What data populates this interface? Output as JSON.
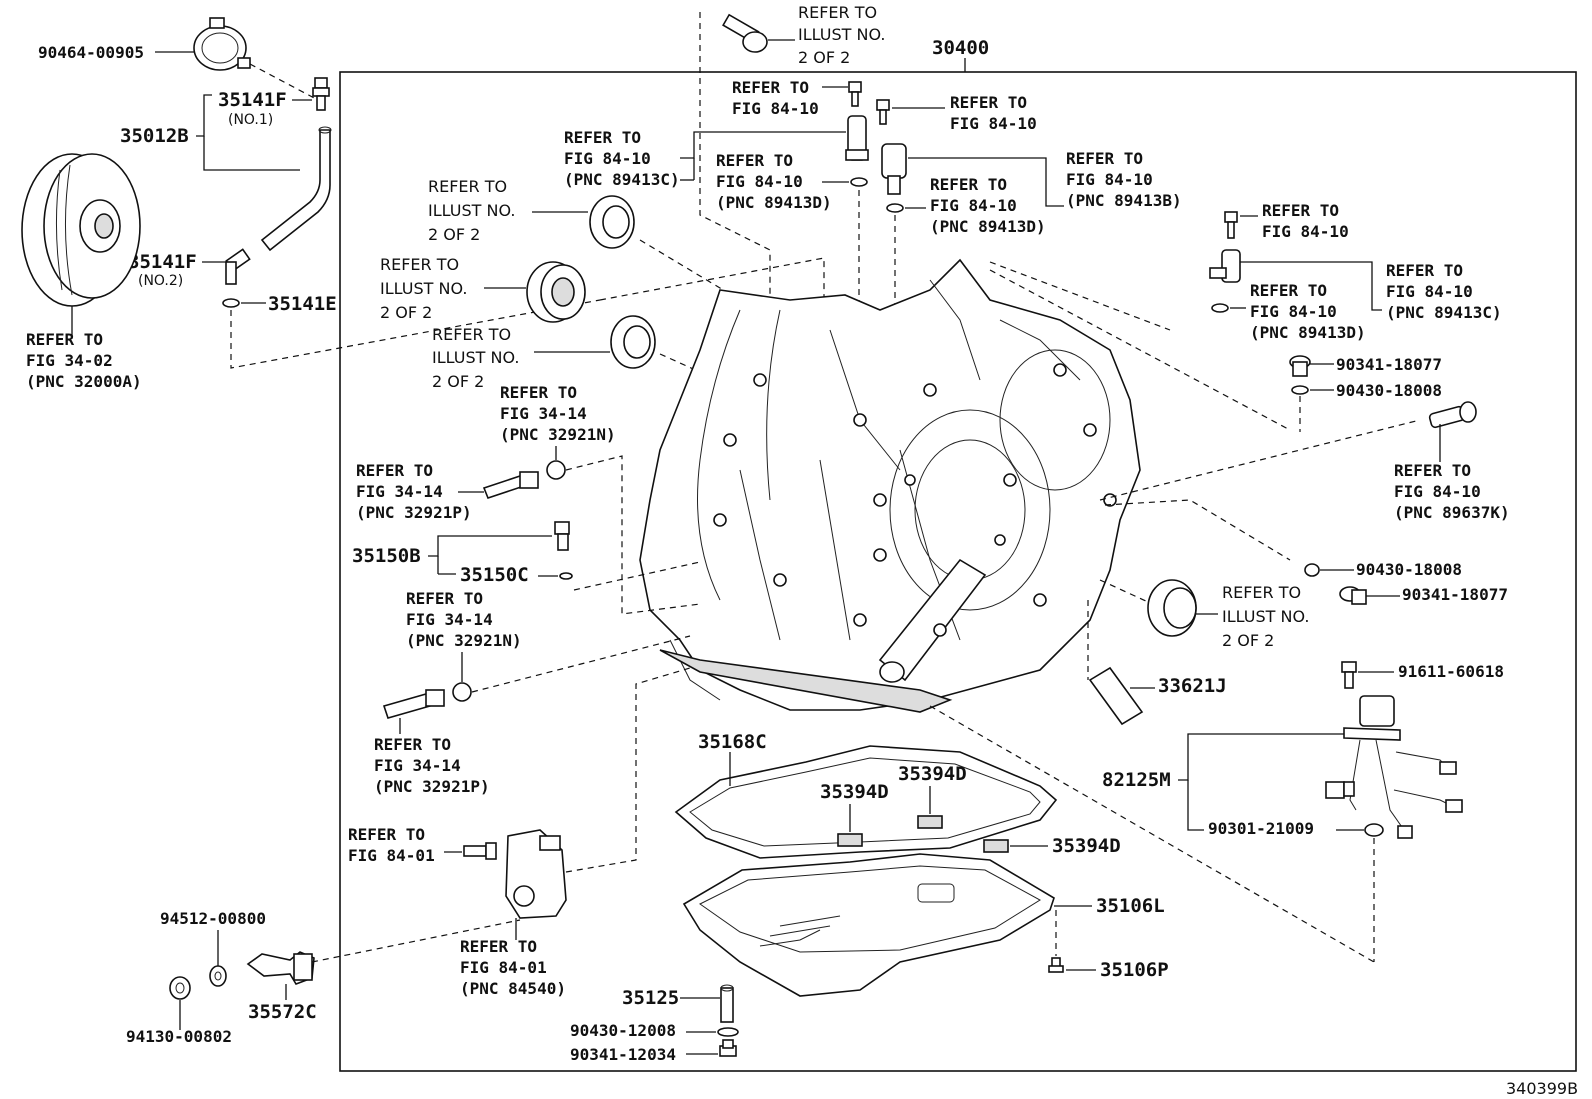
{
  "diagram": {
    "figure_number": "340399B",
    "assembly_part": "30400",
    "labels": {
      "p_90464_00905": "90464-00905",
      "p_35141F_a": "35141F",
      "p_no1": "(NO.1)",
      "p_35012B": "35012B",
      "p_35141F_b": "35141F",
      "p_no2": "(NO.2)",
      "p_35141E": "35141E",
      "ref_fig3402_l1": "REFER TO",
      "ref_fig3402_l2": "FIG 34-02",
      "ref_fig3402_l3": "(PNC 32000A)",
      "ref_illust_top_l1": "REFER TO",
      "ref_illust_top_l2": "ILLUST NO.",
      "ref_illust_top_l3": "2 OF 2",
      "ref_8410_a_l1": "REFER TO",
      "ref_8410_a_l2": "FIG 84-10",
      "ref_8410_b_l1": "REFER TO",
      "ref_8410_b_l2": "FIG 84-10",
      "ref_8410_c_l1": "REFER TO",
      "ref_8410_c_l2": "FIG 84-10",
      "ref_8410_c_l3": "(PNC 89413C)",
      "ref_8410_d_l1": "REFER TO",
      "ref_8410_d_l2": "FIG 84-10",
      "ref_8410_d_l3": "(PNC 89413D)",
      "ref_8410_e_l1": "REFER TO",
      "ref_8410_e_l2": "FIG 84-10",
      "ref_8410_e_l3": "(PNC 89413B)",
      "ref_8410_f_l1": "REFER TO",
      "ref_8410_f_l2": "FIG 84-10",
      "ref_8410_f_l3": "(PNC 89413D)",
      "ref_illust_1_l1": "REFER TO",
      "ref_illust_1_l2": "ILLUST NO.",
      "ref_illust_1_l3": "2 OF 2",
      "ref_illust_2_l1": "REFER TO",
      "ref_illust_2_l2": "ILLUST NO.",
      "ref_illust_2_l3": "2 OF 2",
      "ref_illust_3_l1": "REFER TO",
      "ref_illust_3_l2": "ILLUST NO.",
      "ref_illust_3_l3": "2 OF 2",
      "ref_8410_g_l1": "REFER TO",
      "ref_8410_g_l2": "FIG 84-10",
      "ref_8410_h_l1": "REFER TO",
      "ref_8410_h_l2": "FIG 84-10",
      "ref_8410_h_l3": "(PNC 89413D)",
      "ref_8410_i_l1": "REFER TO",
      "ref_8410_i_l2": "FIG 84-10",
      "ref_8410_i_l3": "(PNC 89413C)",
      "p_90341_18077_a": "90341-18077",
      "p_90430_18008_a": "90430-18008",
      "ref_8410_j_l1": "REFER TO",
      "ref_8410_j_l2": "FIG 84-10",
      "ref_8410_j_l3": "(PNC 89637K)",
      "ref_3414_a_l1": "REFER TO",
      "ref_3414_a_l2": "FIG 34-14",
      "ref_3414_a_l3": "(PNC 32921N)",
      "ref_3414_b_l1": "REFER TO",
      "ref_3414_b_l2": "FIG 34-14",
      "ref_3414_b_l3": "(PNC 32921P)",
      "p_35150B": "35150B",
      "p_35150C": "35150C",
      "ref_3414_c_l1": "REFER TO",
      "ref_3414_c_l2": "FIG 34-14",
      "ref_3414_c_l3": "(PNC 32921N)",
      "ref_3414_d_l1": "REFER TO",
      "ref_3414_d_l2": "FIG 34-14",
      "ref_3414_d_l3": "(PNC 32921P)",
      "p_90430_18008_b": "90430-18008",
      "p_90341_18077_b": "90341-18077",
      "ref_illust_4_l1": "REFER TO",
      "ref_illust_4_l2": "ILLUST NO.",
      "ref_illust_4_l3": "2 OF 2",
      "p_91611_60618": "91611-60618",
      "p_33621J": "33621J",
      "p_82125M": "82125M",
      "p_90301_21009": "90301-21009",
      "p_35168C": "35168C",
      "p_35394D_a": "35394D",
      "p_35394D_b": "35394D",
      "p_35394D_c": "35394D",
      "ref_8401_a_l1": "REFER TO",
      "ref_8401_a_l2": "FIG 84-01",
      "ref_8401_b_l1": "REFER TO",
      "ref_8401_b_l2": "FIG 84-01",
      "ref_8401_b_l3": "(PNC 84540)",
      "p_35106L": "35106L",
      "p_35106P": "35106P",
      "p_35125": "35125",
      "p_90430_12008": "90430-12008",
      "p_90341_12034": "90341-12034",
      "p_94512_00800": "94512-00800",
      "p_94130_00802": "94130-00802",
      "p_35572C": "35572C"
    }
  }
}
